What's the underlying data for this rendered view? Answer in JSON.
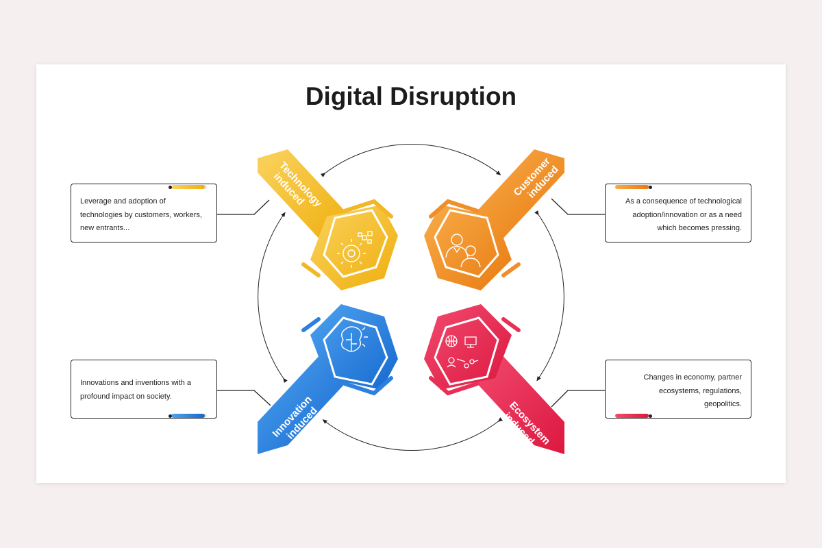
{
  "title": "Digital Disruption",
  "segments": [
    {
      "id": "technology",
      "label_line1": "Technology",
      "label_line2": "induced",
      "description": [
        "Leverage and adoption of",
        "technologies by customers, workers,",
        "new entrants..."
      ],
      "color_light": "#f9d35e",
      "color_dark": "#f0ae0d",
      "icon": "gear-circuit-icon",
      "progress": 0.95
    },
    {
      "id": "customer",
      "label_line1": "Customer",
      "label_line2": "induced",
      "description": [
        "As a consequence of technological",
        "adoption/innovation or as a need",
        "which becomes pressing."
      ],
      "color_light": "#f8ac48",
      "color_dark": "#e97b12",
      "icon": "customer-people-icon",
      "progress": 0.95
    },
    {
      "id": "innovation",
      "label_line1": "Innovation",
      "label_line2": "induced",
      "description": [
        "Innovations and inventions with a",
        "profound impact on society."
      ],
      "color_light": "#4ea2ef",
      "color_dark": "#1569cf",
      "icon": "brain-idea-icon",
      "progress": 0.95
    },
    {
      "id": "ecosystem",
      "label_line1": "Ecosystem",
      "label_line2": "induced",
      "description": [
        "Changes in economy, partner",
        "ecosystems, regulations,",
        "geopolitics."
      ],
      "color_light": "#f24a6e",
      "color_dark": "#dc1840",
      "icon": "network-globe-icon",
      "progress": 0.95
    }
  ]
}
